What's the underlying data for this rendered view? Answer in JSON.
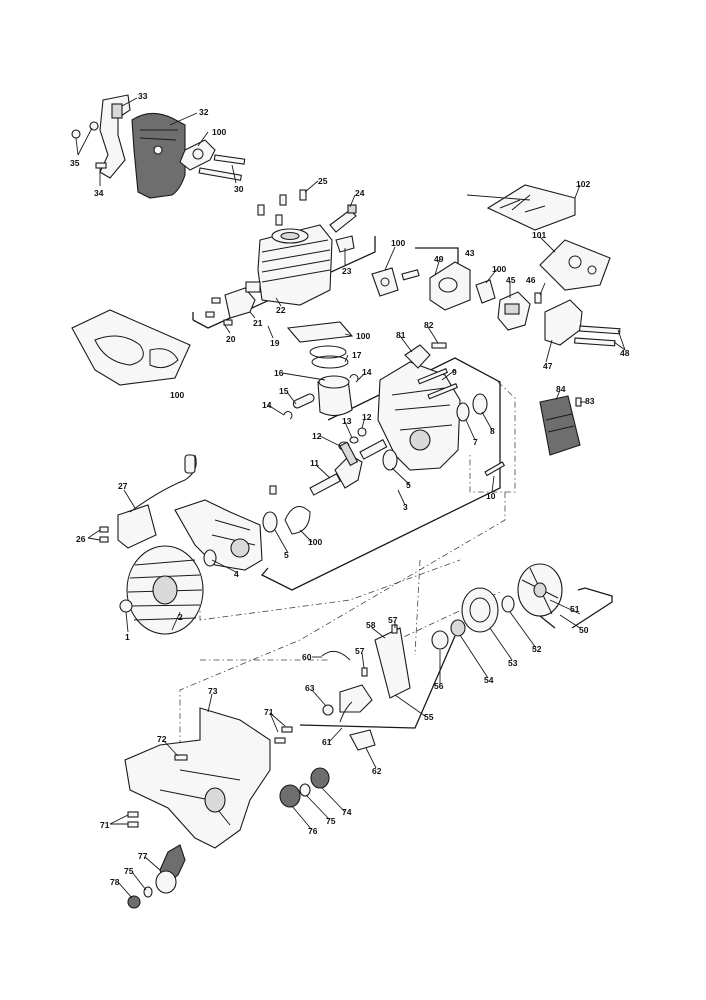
{
  "diagram": {
    "labels": {
      "n1": "1",
      "n2": "2",
      "n3": "3",
      "n4": "4",
      "n5a": "5",
      "n5b": "5",
      "n7": "7",
      "n8": "8",
      "n9": "9",
      "n10": "10",
      "n11": "11",
      "n12a": "12",
      "n12b": "12",
      "n13": "13",
      "n14a": "14",
      "n14b": "14",
      "n15": "15",
      "n16": "16",
      "n17": "17",
      "n19": "19",
      "n20": "20",
      "n21": "21",
      "n22": "22",
      "n23": "23",
      "n24": "24",
      "n25": "25",
      "n26": "26",
      "n27": "27",
      "n30": "30",
      "n32": "32",
      "n33": "33",
      "n34": "34",
      "n35": "35",
      "n43": "43",
      "n45": "45",
      "n46": "46",
      "n47": "47",
      "n48": "48",
      "n49": "49",
      "n50": "50",
      "n51": "51",
      "n52": "52",
      "n53": "53",
      "n54": "54",
      "n55": "55",
      "n56": "56",
      "n57a": "57",
      "n57b": "57",
      "n58": "58",
      "n60": "60",
      "n61": "61",
      "n62": "62",
      "n63": "63",
      "n71a": "71",
      "n71b": "71",
      "n72": "72",
      "n73": "73",
      "n74": "74",
      "n75a": "75",
      "n75b": "75",
      "n76": "76",
      "n77": "77",
      "n78": "78",
      "n81": "81",
      "n82": "82",
      "n83": "83",
      "n84": "84",
      "n100a": "100",
      "n100b": "100",
      "n100c": "100",
      "n100d": "100",
      "n100e": "100",
      "n100f": "100",
      "n101": "101",
      "n102": "102"
    }
  }
}
